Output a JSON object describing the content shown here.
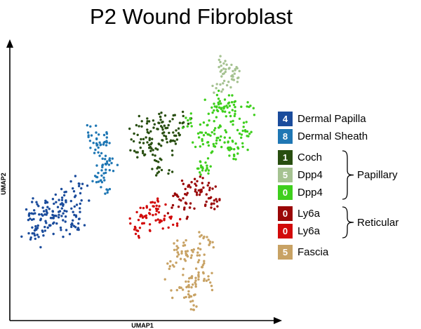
{
  "title": "P2 Wound Fibroblast",
  "axes": {
    "x_label": "UMAP1",
    "y_label": "UMAP2"
  },
  "legend": {
    "rows": [
      {
        "number": "4",
        "color": "#1b4c9c",
        "label": "Dermal Papilla",
        "group": 0
      },
      {
        "number": "8",
        "color": "#1f77b4",
        "label": "Dermal Sheath",
        "group": 0
      },
      {
        "number": "1",
        "color": "#284e10",
        "label": "Coch",
        "group": 1
      },
      {
        "number": "5",
        "color": "#a5c291",
        "label": "Dpp4",
        "group": 1
      },
      {
        "number": "0",
        "color": "#3ecf1d",
        "label": "Dpp4",
        "group": 1
      },
      {
        "number": "0",
        "color": "#9a0707",
        "label": "Ly6a",
        "group": 2
      },
      {
        "number": "0",
        "color": "#d20a0a",
        "label": "Ly6a",
        "group": 2
      },
      {
        "number": "5",
        "color": "#c8a264",
        "label": "Fascia",
        "group": 3
      }
    ],
    "brackets": [
      {
        "label": "Papillary",
        "group": 1
      },
      {
        "label": "Reticular",
        "group": 2
      }
    ]
  },
  "chart_data": {
    "type": "scatter",
    "title": "P2 Wound Fibroblast",
    "xlabel": "UMAP1",
    "ylabel": "UMAP2",
    "grid": false,
    "legend_position": "right",
    "point_encoding": "blobs are [center_x_px, center_y_px, std_x_px, std_y_px, n_points] in screenshot pixel coordinates",
    "clusters": [
      {
        "cluster_id": "4",
        "name": "Dermal Papilla",
        "color": "#1b4c9c",
        "blobs": [
          [
            72,
            305,
            15,
            13,
            60
          ],
          [
            96,
            288,
            11,
            10,
            35
          ],
          [
            60,
            330,
            11,
            9,
            28
          ],
          [
            104,
            318,
            8,
            8,
            16
          ],
          [
            118,
            266,
            7,
            7,
            9
          ],
          [
            45,
            300,
            6,
            8,
            8
          ]
        ]
      },
      {
        "cluster_id": "8",
        "name": "Dermal Sheath",
        "color": "#1f77b4",
        "blobs": [
          [
            142,
            203,
            8,
            9,
            28
          ],
          [
            151,
            231,
            7,
            9,
            24
          ],
          [
            141,
            256,
            7,
            8,
            16
          ],
          [
            130,
            189,
            5,
            5,
            7
          ],
          [
            152,
            272,
            4,
            5,
            5
          ]
        ]
      },
      {
        "cluster_id": "1",
        "name": "Coch",
        "color": "#284e10",
        "blobs": [
          [
            222,
            177,
            13,
            10,
            42
          ],
          [
            209,
            211,
            11,
            10,
            30
          ],
          [
            243,
            199,
            10,
            9,
            24
          ],
          [
            228,
            241,
            9,
            8,
            16
          ],
          [
            257,
            172,
            6,
            6,
            9
          ],
          [
            196,
            190,
            6,
            6,
            8
          ]
        ]
      },
      {
        "cluster_id": "5",
        "name": "Dpp4 (papillary)",
        "color": "#a5c291",
        "blobs": [
          [
            324,
            99,
            9,
            8,
            30
          ],
          [
            317,
            121,
            7,
            6,
            12
          ],
          [
            334,
            116,
            5,
            5,
            6
          ]
        ]
      },
      {
        "cluster_id": "0",
        "name": "Dpp4",
        "color": "#3ecf1d",
        "blobs": [
          [
            318,
            157,
            13,
            11,
            52
          ],
          [
            300,
            197,
            12,
            11,
            46
          ],
          [
            333,
            212,
            10,
            9,
            26
          ],
          [
            290,
            240,
            9,
            8,
            20
          ],
          [
            348,
            183,
            8,
            8,
            16
          ],
          [
            273,
            176,
            6,
            6,
            9
          ],
          [
            355,
            155,
            5,
            6,
            7
          ]
        ]
      },
      {
        "cluster_id": "0",
        "name": "Ly6a (dark)",
        "color": "#9a0707",
        "blobs": [
          [
            283,
            268,
            11,
            9,
            34
          ],
          [
            264,
            291,
            9,
            8,
            22
          ],
          [
            303,
            287,
            8,
            7,
            16
          ],
          [
            248,
            278,
            5,
            5,
            6
          ]
        ]
      },
      {
        "cluster_id": "0",
        "name": "Ly6a",
        "color": "#d20a0a",
        "blobs": [
          [
            214,
            303,
            11,
            9,
            30
          ],
          [
            237,
            317,
            9,
            8,
            20
          ],
          [
            196,
            327,
            8,
            7,
            14
          ],
          [
            225,
            288,
            6,
            5,
            7
          ]
        ]
      },
      {
        "cluster_id": "5",
        "name": "Fascia",
        "color": "#c8a264",
        "blobs": [
          [
            268,
            359,
            12,
            10,
            42
          ],
          [
            284,
            392,
            11,
            11,
            38
          ],
          [
            262,
            417,
            9,
            9,
            20
          ],
          [
            297,
            341,
            7,
            6,
            10
          ],
          [
            241,
            378,
            6,
            8,
            8
          ],
          [
            277,
            437,
            5,
            5,
            6
          ]
        ]
      }
    ]
  }
}
